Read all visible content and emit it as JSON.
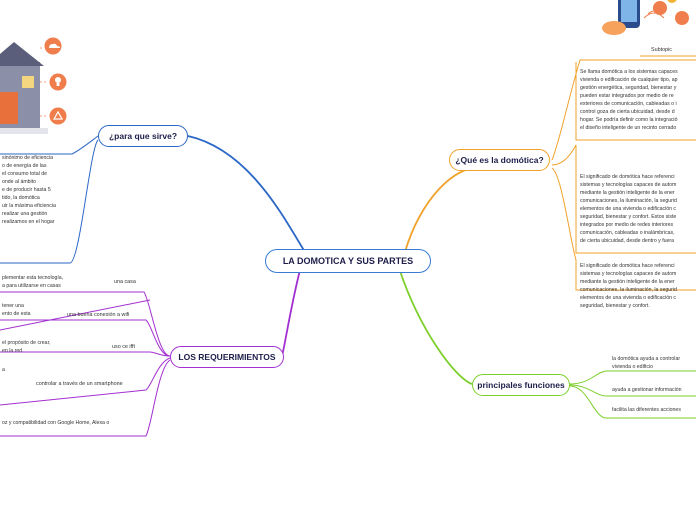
{
  "central": {
    "label": "LA DOMOTICA Y SUS PARTES"
  },
  "branches": {
    "para_que": {
      "label": "¿para que sirve?",
      "color": "#2b67c6",
      "text_lines": [
        "sinónimo de eficiencia",
        "o de energía de las",
        "el consumo total de",
        "onde al ámbito",
        "e de producir hasta 5",
        "tido, la domótica",
        "uir la máxima eficiencia",
        "realizar una gestión",
        "realizamos en el hogar"
      ]
    },
    "que_es": {
      "label": "¿Qué es la domótica?",
      "color": "#f0a22a",
      "subtopic": "Subtopic",
      "blocks": [
        {
          "lines": [
            "Se llama domótica a los sistemas capaces",
            "vivienda o edificación de cualquier tipo, ap",
            "gestión energética, seguridad, bienestar y",
            "pueden estar integrados por medio de re",
            "exteriores de comunicación, cableadas o i",
            "control goza de cierta ubicuidad, desde d",
            "hogar. Se podría definir como la integració",
            "el diseño inteligente de un recinto cerrado"
          ]
        },
        {
          "lines": [
            "El significado de domótica hace referenci",
            "sistemas y tecnologías capaces de autom",
            "mediante la gestión inteligente de la ener",
            "comunicaciones, la iluminación, la segurid",
            "elementos de una vivienda o edificación c",
            "seguridad, bienestar y confort.  Estos siste",
            "integrados por medio de redes interiores",
            "comunicación, cableadas o inalámbricas,",
            "de cierta ubicuidad, desde dentro y fuera"
          ]
        },
        {
          "lines": [
            "El significado de domótica hace referenci",
            "sistemas y tecnologías capaces de autom",
            "mediante la gestión inteligente de la ener",
            "comunicaciones, la iluminación, la segurid",
            "elementos de una vivienda o edificación c",
            "seguridad, bienestar y confort."
          ]
        }
      ]
    },
    "requerimientos": {
      "label": "LOS REQUERIMIENTOS",
      "color": "#a22fd0",
      "items": [
        {
          "label": "una casa",
          "text_lines": [
            "plementar esta tecnología,",
            "a para utilizarse en casas"
          ]
        },
        {
          "label": "una buena conexión a wifi",
          "text_lines": [
            "tener una",
            "ento de esta"
          ]
        },
        {
          "label": "uso ce ifft",
          "text_lines": [
            "el propósito de crear,",
            "en la red"
          ]
        },
        {
          "label": "controlar a través de un smartphone",
          "text_lines": [
            "a"
          ]
        },
        {
          "label": "",
          "text_lines": [
            "oz y compatibilidad con Google Home, Alexa o"
          ]
        }
      ]
    },
    "funciones": {
      "label": "principales funciones",
      "color": "#7ccf2a",
      "items": [
        {
          "lines": [
            "la domótica ayuda a controlar",
            "vivienda o edificio"
          ]
        },
        {
          "lines": [
            "ayuda a gestionar información"
          ]
        },
        {
          "lines": [
            "facilita las diferentes acciones"
          ]
        }
      ]
    }
  }
}
